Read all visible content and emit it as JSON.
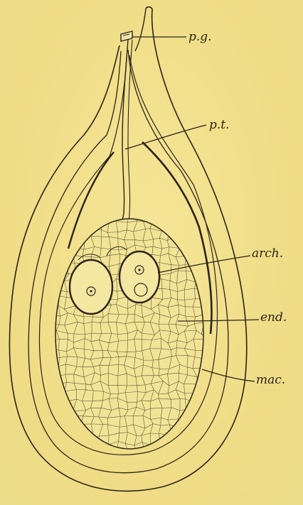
{
  "labels": {
    "pollen_grain": "p.g.",
    "pollen_tube": "p.t.",
    "archegonia": "arch.",
    "endosperm": "end.",
    "macrospore": "mac."
  },
  "colors": {
    "paper": "#f1e08a",
    "ink": "#2a2318"
  }
}
